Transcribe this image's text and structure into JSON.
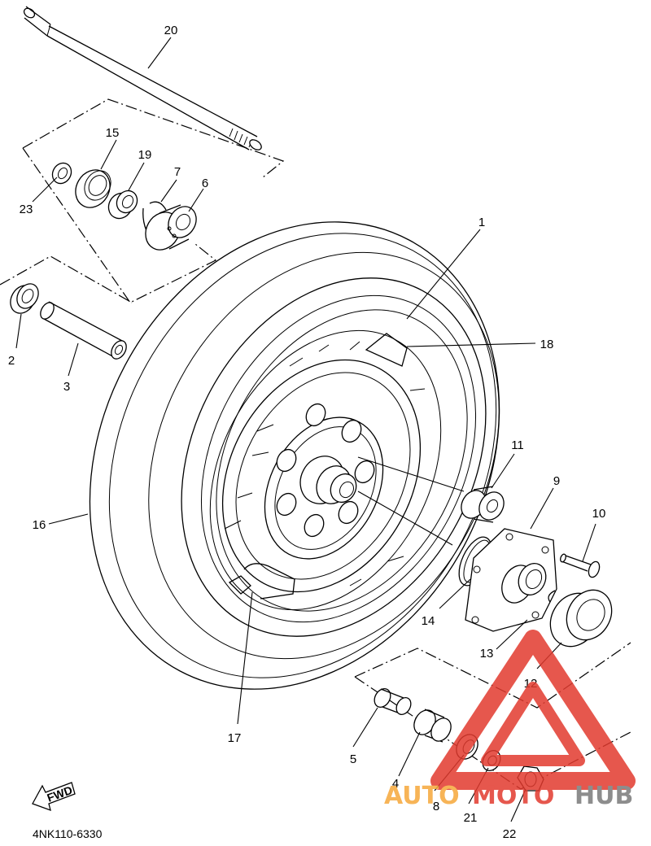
{
  "diagram": {
    "code": "4NK110-6330",
    "fwd_label": "FWD",
    "callouts": [
      "1",
      "2",
      "3",
      "4",
      "5",
      "6",
      "7",
      "8",
      "9",
      "10",
      "11",
      "12",
      "13",
      "14",
      "15",
      "16",
      "17",
      "18",
      "19",
      "20",
      "21",
      "22",
      "23"
    ]
  },
  "watermark": {
    "part1": "AUTO",
    "part2": "MOTO",
    "part3": "HUB",
    "colors": {
      "red": "#e23a2e",
      "orange": "#f6a83a",
      "gray": "#7a7a7a"
    }
  }
}
